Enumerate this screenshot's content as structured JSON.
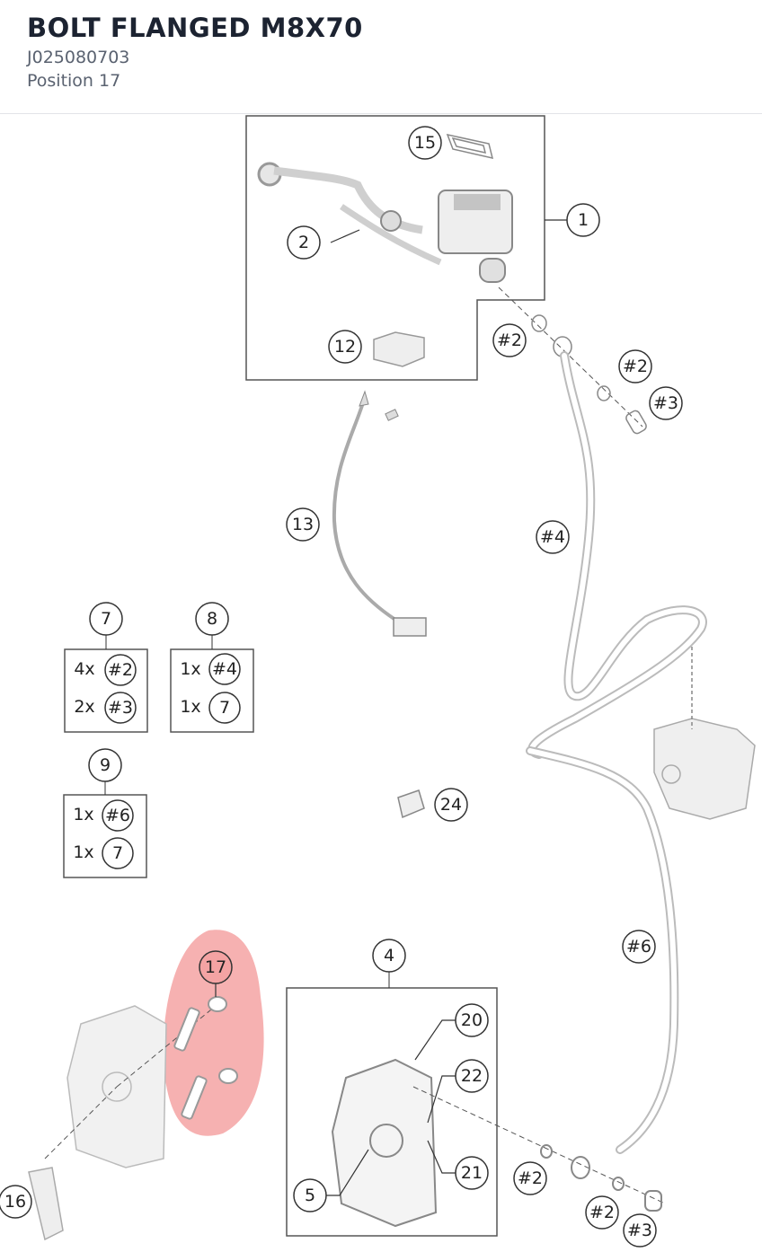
{
  "header": {
    "title": "BOLT FLANGED M8X70",
    "part_number": "J025080703",
    "position": "Position 17"
  },
  "callouts": {
    "c1": "1",
    "c2": "2",
    "c12": "12",
    "c13": "13",
    "c15": "15",
    "c16": "16",
    "c17": "17",
    "c4": "4",
    "c5": "5",
    "c20": "20",
    "c21": "21",
    "c22": "22",
    "c24": "24",
    "h2a": "#2",
    "h2b": "#2",
    "h3a": "#3",
    "h4": "#4",
    "h6": "#6",
    "h2c": "#2",
    "h2d": "#2",
    "h3b": "#3"
  },
  "kits": {
    "k7": {
      "label": "7",
      "q1": "4x",
      "r1": "#2",
      "q2": "2x",
      "r2": "#3"
    },
    "k8": {
      "label": "8",
      "q1": "1x",
      "r1": "#4",
      "q2": "1x",
      "r2": "7"
    },
    "k9": {
      "label": "9",
      "q1": "1x",
      "r1": "#6",
      "q2": "1x",
      "r2": "7"
    }
  },
  "colors": {
    "highlight": "#f4a3a3",
    "line": "#333333",
    "part": "#b8b8b8"
  }
}
